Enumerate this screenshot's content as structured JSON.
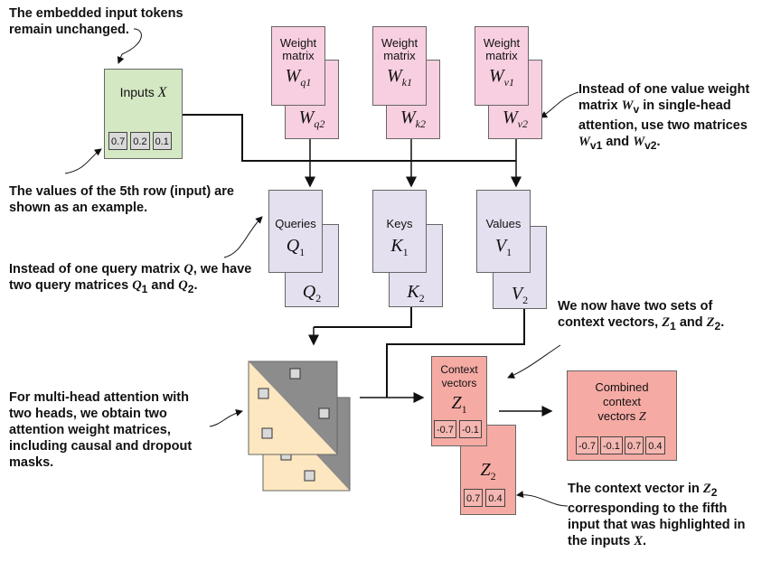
{
  "colors": {
    "input_fill": "#d5e8c4",
    "weight_fill": "#f8cfe0",
    "qkv_fill": "#e4e0ef",
    "context_fill": "#f6aaa4",
    "attn_light": "#fde7c0",
    "attn_dark": "#8c8c8c"
  },
  "notes": {
    "embedded": "The embedded input tokens remain unchanged.",
    "row_example": "The values of the 5th row (input) are shown as an example.",
    "query_a": "Instead of one query matrix ",
    "query_b": "Q",
    "query_c": ", we have two query matrices ",
    "query_d": "Q",
    "query_d_sub": "1",
    "query_e": " and ",
    "query_f": "Q",
    "query_f_sub": "2",
    "query_g": ".",
    "value_a": "Instead of one value weight matrix ",
    "value_b": "W",
    "value_b_sub": "v",
    "value_c": " in single-head attention, use two matrices ",
    "value_d": "W",
    "value_d_sub": "v1",
    "value_e": " and ",
    "value_f": "W",
    "value_f_sub": "v2",
    "value_g": ".",
    "multihead": "For multi-head attention with two heads, we obtain two attention weight matrices, including causal and dropout masks.",
    "two_sets_a": "We now have two sets of context vectors, ",
    "two_sets_b": "Z",
    "two_sets_b_sub": "1",
    "two_sets_c": " and ",
    "two_sets_d": "Z",
    "two_sets_d_sub": "2",
    "two_sets_e": ".",
    "context_vec_a": "The context vector in ",
    "context_vec_b": "Z",
    "context_vec_b_sub": "2",
    "context_vec_c": " corresponding to the fifth input that was highlighted in the inputs ",
    "context_vec_d": "X",
    "context_vec_e": "."
  },
  "inputs": {
    "label": "Inputs ",
    "symbol": "X",
    "values": [
      "0.7",
      "0.2",
      "0.1"
    ]
  },
  "weights": [
    {
      "label1": "Weight",
      "label2": "matrix",
      "front": "W",
      "front_sub": "q1",
      "back": "W",
      "back_sub": "q2"
    },
    {
      "label1": "Weight",
      "label2": "matrix",
      "front": "W",
      "front_sub": "k1",
      "back": "W",
      "back_sub": "k2"
    },
    {
      "label1": "Weight",
      "label2": "matrix",
      "front": "W",
      "front_sub": "v1",
      "back": "W",
      "back_sub": "v2"
    }
  ],
  "qkv": [
    {
      "label": "Queries",
      "front": "Q",
      "front_sub": "1",
      "back": "Q",
      "back_sub": "2"
    },
    {
      "label": "Keys",
      "front": "K",
      "front_sub": "1",
      "back": "K",
      "back_sub": "2"
    },
    {
      "label": "Values",
      "front": "V",
      "front_sub": "1",
      "back": "V",
      "back_sub": "2"
    }
  ],
  "context": {
    "label1": "Context",
    "label2": "vectors",
    "z1": "Z",
    "z1_sub": "1",
    "z1_values": [
      "-0.7",
      "-0.1"
    ],
    "z2": "Z",
    "z2_sub": "2",
    "z2_values": [
      "0.7",
      "0.4"
    ]
  },
  "combined": {
    "label1": "Combined",
    "label2": "context",
    "label3": "vectors ",
    "symbol": "Z",
    "values": [
      "-0.7",
      "-0.1",
      "0.7",
      "0.4"
    ]
  }
}
